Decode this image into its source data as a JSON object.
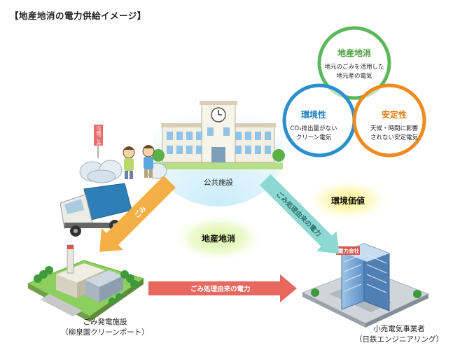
{
  "title": "【地産地消の電力供給イメージ】",
  "center_label": "地産地消",
  "value_label": "環境価値",
  "nodes": {
    "public_facility": "公共施設",
    "plant_line1": "ごみ発電施設",
    "plant_line2": "（柳泉園クリーンポート）",
    "retailer_line1": "小売電気事業者",
    "retailer_line2": "（日鉄エンジニアリング）",
    "retailer_sign": "電力会社",
    "garbage_tag": "可燃ごみ"
  },
  "arrows": {
    "bottom": "ごみ処理由来の電力",
    "diagonal": "ごみ処理由来の電力",
    "left": "ごみ"
  },
  "circles": {
    "top": {
      "title": "地産地消",
      "line1": "地元のごみを活用した",
      "line2": "地元産の電気",
      "color": "#5cb85c"
    },
    "left": {
      "title": "環境性",
      "line1": "CO₂排出量がない",
      "line2": "クリーン電気",
      "color": "#2a8fcf"
    },
    "right": {
      "title": "安定性",
      "line1": "天候・時間に影響",
      "line2": "されない安定電気",
      "color": "#ef8a1f"
    }
  }
}
